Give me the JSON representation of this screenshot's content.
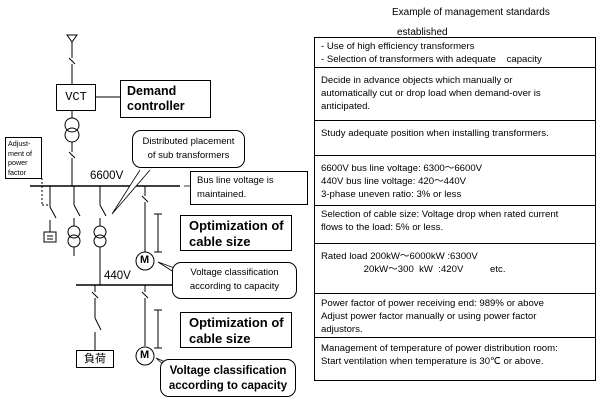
{
  "diagram": {
    "vct_label": "VCT",
    "demand_controller": [
      "Demand",
      "controller"
    ],
    "adjustment_label": [
      "Adjust-",
      "ment of",
      "power",
      "factor"
    ],
    "bus_6600": "6600V",
    "bus_440": "440V",
    "load_label": "負荷",
    "motor_symbol": "M",
    "distributed_placement": [
      "Distributed placement",
      "of sub transformers"
    ],
    "bus_line_voltage": [
      "Bus line voltage is",
      "maintained."
    ],
    "optimization_cable_1": [
      "Optimization of",
      "cable size"
    ],
    "voltage_class_1": [
      "Voltage classification",
      "according to capacity"
    ],
    "optimization_cable_2": [
      "Optimization of",
      "cable size"
    ],
    "voltage_class_2": [
      "Voltage classification",
      "according to capacity"
    ]
  },
  "standards": {
    "title": [
      "Example of management standards",
      "established"
    ],
    "rows": [
      [
        "- Use of high efficiency transformers",
        "- Selection of transformers with adequate    capacity"
      ],
      [
        "Decide in advance objects which manually or",
        "automatically cut or drop load when demand-over is",
        "anticipated."
      ],
      [
        "Study adequate position when installing transformers."
      ],
      [
        "6600V bus line voltage: 6300～6600V",
        "440V bus line voltage: 420～440V",
        "3-phase uneven ratio: 3% or less"
      ],
      [
        "Selection of cable size: Voltage drop when rated current",
        "flows to the load: 5% or less."
      ],
      [
        "Rated load 200kW～6000kW :6300V",
        "                20kW～300  kW  :420V          etc."
      ],
      [
        "Power factor of power receiving end: 989% or above",
        "Adjust power factor manually or using power factor",
        "adjustors."
      ],
      [
        "Management of temperature of power distribution room:",
        "Start ventilation when temperature is 30℃ or above."
      ]
    ]
  }
}
